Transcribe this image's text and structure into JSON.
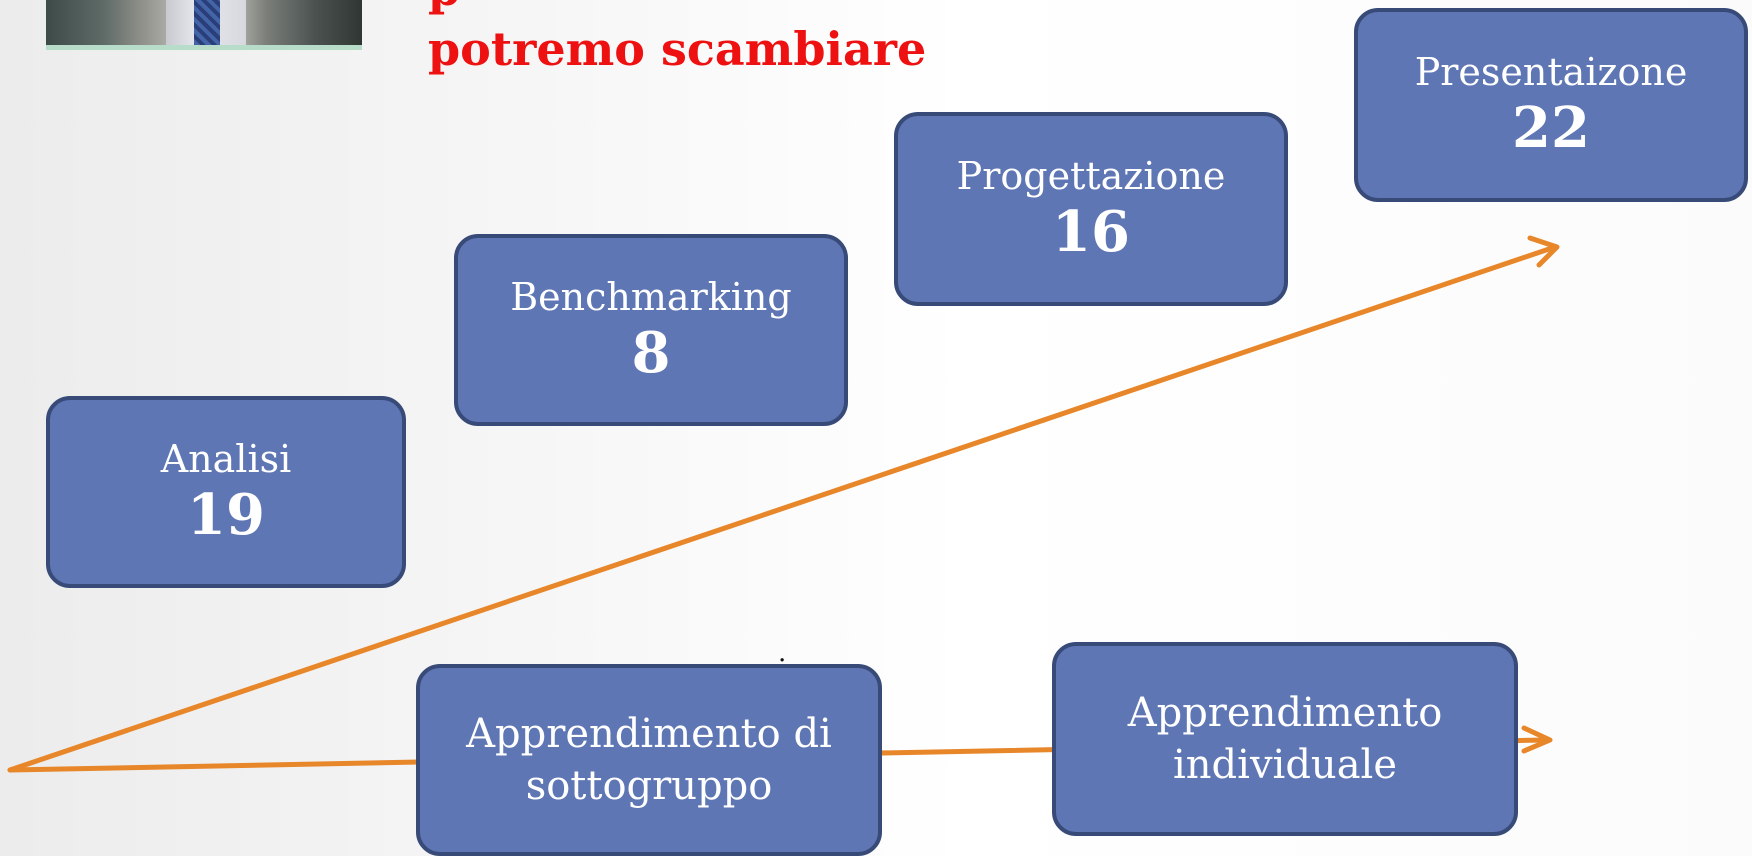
{
  "heading": {
    "line1": "p",
    "line2": "potremo scambiare"
  },
  "phases": [
    {
      "label": "Analisi",
      "value": "19"
    },
    {
      "label": "Benchmarking",
      "value": "8"
    },
    {
      "label": "Progettazione",
      "value": "16"
    },
    {
      "label": "Presentaizone",
      "value": "22"
    }
  ],
  "learning": {
    "subgroup": "Apprendimento di sottogruppo",
    "individual": "Apprendimento individuale"
  },
  "dot": ".",
  "colors": {
    "heading": "#ee1111",
    "box_fill": "#5f76b4",
    "box_border": "#374a78",
    "arrow": "#e8862a"
  }
}
